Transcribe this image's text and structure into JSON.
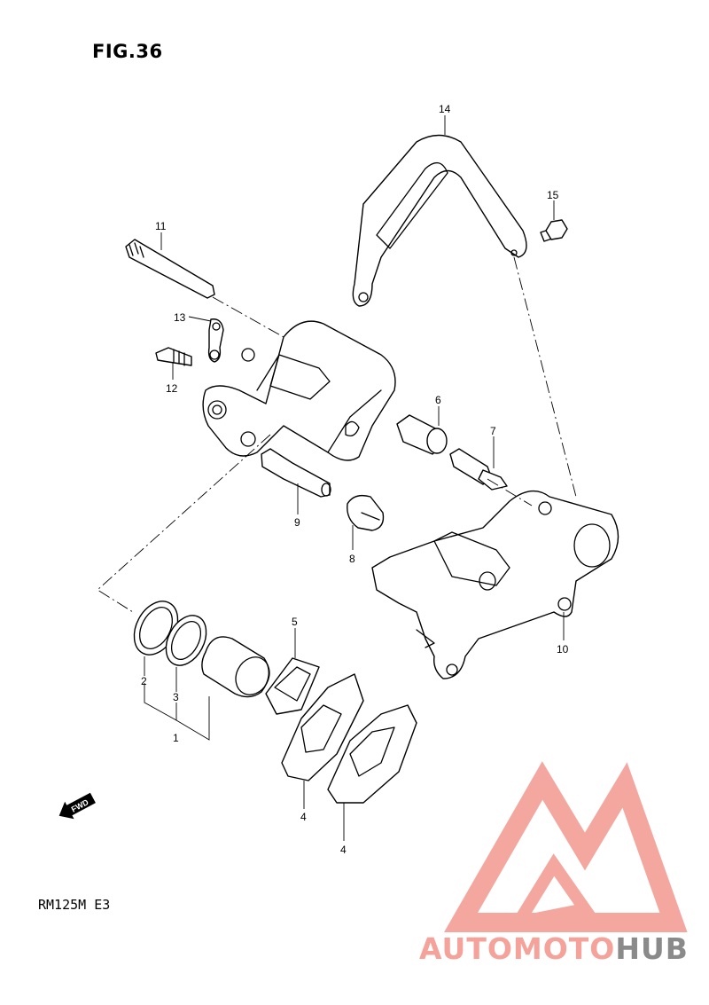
{
  "figure": {
    "title": "FIG.36"
  },
  "model": {
    "code": "RM125M E3"
  },
  "fwd_arrow": {
    "label": "FWD"
  },
  "watermark": {
    "brand_part1": "AUTOMOTO",
    "brand_part2": "HUB",
    "color_triangle": "#f08a80",
    "color_text1": "#f5a29a",
    "color_text2": "#8a8a8a"
  },
  "callouts": {
    "c1": "1",
    "c2": "2",
    "c3": "3",
    "c4a": "4",
    "c4b": "4",
    "c5": "5",
    "c6": "6",
    "c7": "7",
    "c8": "8",
    "c9": "9",
    "c10": "10",
    "c11": "11",
    "c12": "12",
    "c13": "13",
    "c14": "14",
    "c15": "15"
  }
}
